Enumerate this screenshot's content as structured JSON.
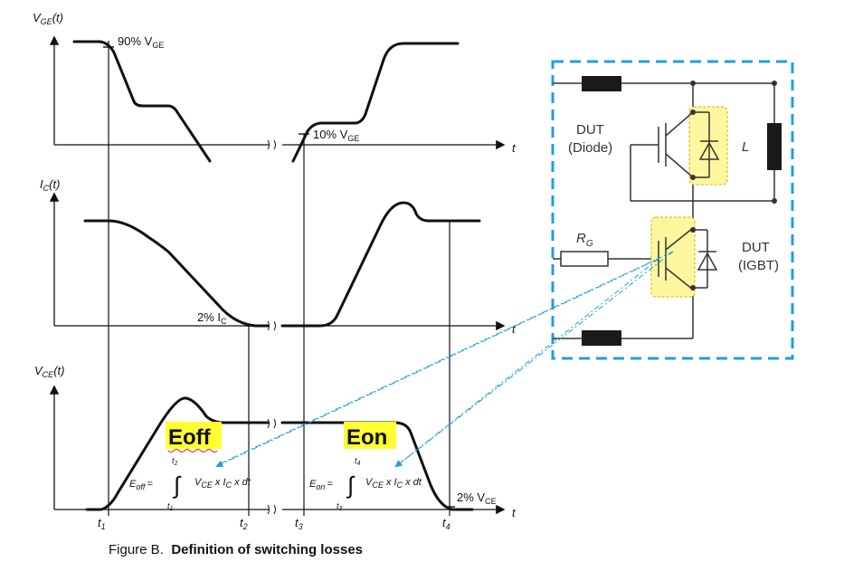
{
  "caption": {
    "figure": "Figure B.",
    "title": "Definition of switching losses"
  },
  "axes": {
    "vge": {
      "main": "V",
      "sub": "GE",
      "tail": "(t)"
    },
    "ic": {
      "main": "I",
      "sub": "C",
      "tail": "(t)"
    },
    "vce": {
      "main": "V",
      "sub": "CE",
      "tail": "(t)"
    },
    "t_label": "t"
  },
  "annotations": {
    "vge_90": {
      "pre": "90% V",
      "sub": "GE"
    },
    "vge_10": {
      "pre": "10% V",
      "sub": "GE"
    },
    "ic_2": {
      "pre": "2% I",
      "sub": "C"
    },
    "vce_2": {
      "pre": "2% V",
      "sub": "CE"
    }
  },
  "time_marks": [
    {
      "main": "t",
      "sub": "1"
    },
    {
      "main": "t",
      "sub": "2"
    },
    {
      "main": "t",
      "sub": "3"
    },
    {
      "main": "t",
      "sub": "4"
    }
  ],
  "highlights": {
    "eoff": "Eoff",
    "eon": "Eon"
  },
  "formulas": {
    "eoff": {
      "lhs": "E",
      "lhs_sub": "off",
      "eq": "=",
      "upper": "t",
      "upper_sub": "2",
      "lower": "t",
      "lower_sub": "1",
      "body": "V",
      "body_sub1": "CE",
      "x1": " x ",
      "ic": "I",
      "ic_sub": "C",
      "tail": " x dt"
    },
    "eon": {
      "lhs": "E",
      "lhs_sub": "on",
      "eq": "=",
      "upper": "t",
      "upper_sub": "4",
      "lower": "t",
      "lower_sub": "3",
      "body": "V",
      "body_sub1": "CE",
      "x1": " x ",
      "ic": "I",
      "ic_sub": "C",
      "tail": " x dt"
    }
  },
  "circuit": {
    "dut_diode_line1": "DUT",
    "dut_diode_line2": "(Diode)",
    "inductor": "L",
    "rg_main": "R",
    "rg_sub": "G",
    "dut_igbt_line1": "DUT",
    "dut_igbt_line2": "(IGBT)"
  },
  "colors": {
    "highlight": "#ffff33",
    "dashed_box": "#1ea0dc",
    "component_fill": "#fff7a0",
    "component_stroke": "#c8b400"
  }
}
